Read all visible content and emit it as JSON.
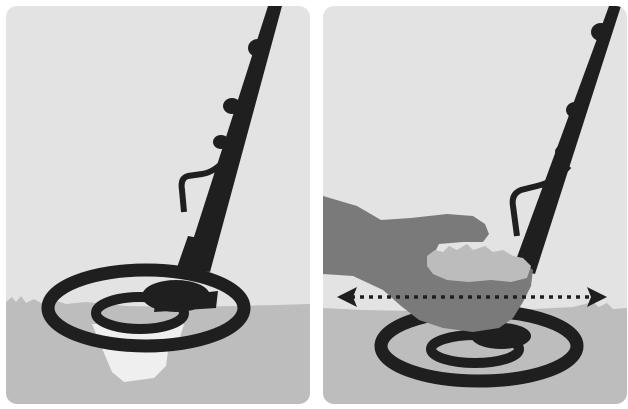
{
  "colors": {
    "sky": "#e3e3e4",
    "ground": "#bdbdbe",
    "detector": "#1f1f1f",
    "soil_pocket": "#efefef",
    "hand": "#7a7a7b",
    "dirt_clump": "#bcbcbd",
    "sweep_arrow": "#1f1f1f"
  },
  "panels": [
    {
      "id": "left",
      "depicts": [
        "metal-detector",
        "search-coil",
        "ground",
        "buried-soil-pocket"
      ]
    },
    {
      "id": "right",
      "depicts": [
        "metal-detector",
        "search-coil",
        "ground",
        "hand",
        "dirt-clump",
        "sweep-arrow"
      ]
    }
  ]
}
